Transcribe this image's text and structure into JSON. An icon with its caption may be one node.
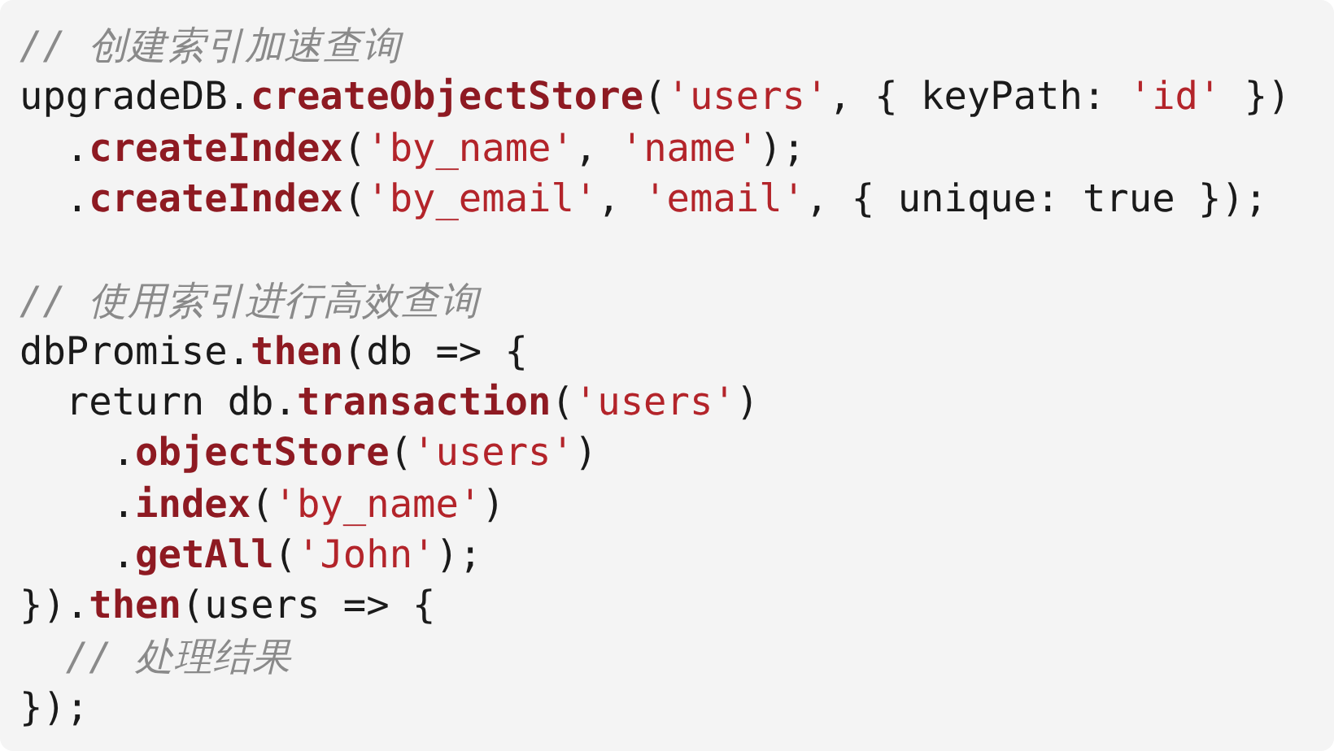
{
  "diagram": {
    "labels": [
      "// 创建索引加速查询",
      "upgradeDB.createObjectStore('users', { keyPath: 'id' })",
      ".createIndex('by_name', 'name');",
      ".createIndex('by_email', 'email', { unique: true });",
      "// 使用索引进行高效查询",
      "dbPromise.then(db => {",
      "return db.transaction('users')",
      ".objectStore('users')",
      ".index('by_name')",
      ".getAll('John');",
      "}).then(users => {",
      "// 处理结果",
      "});"
    ]
  }
}
